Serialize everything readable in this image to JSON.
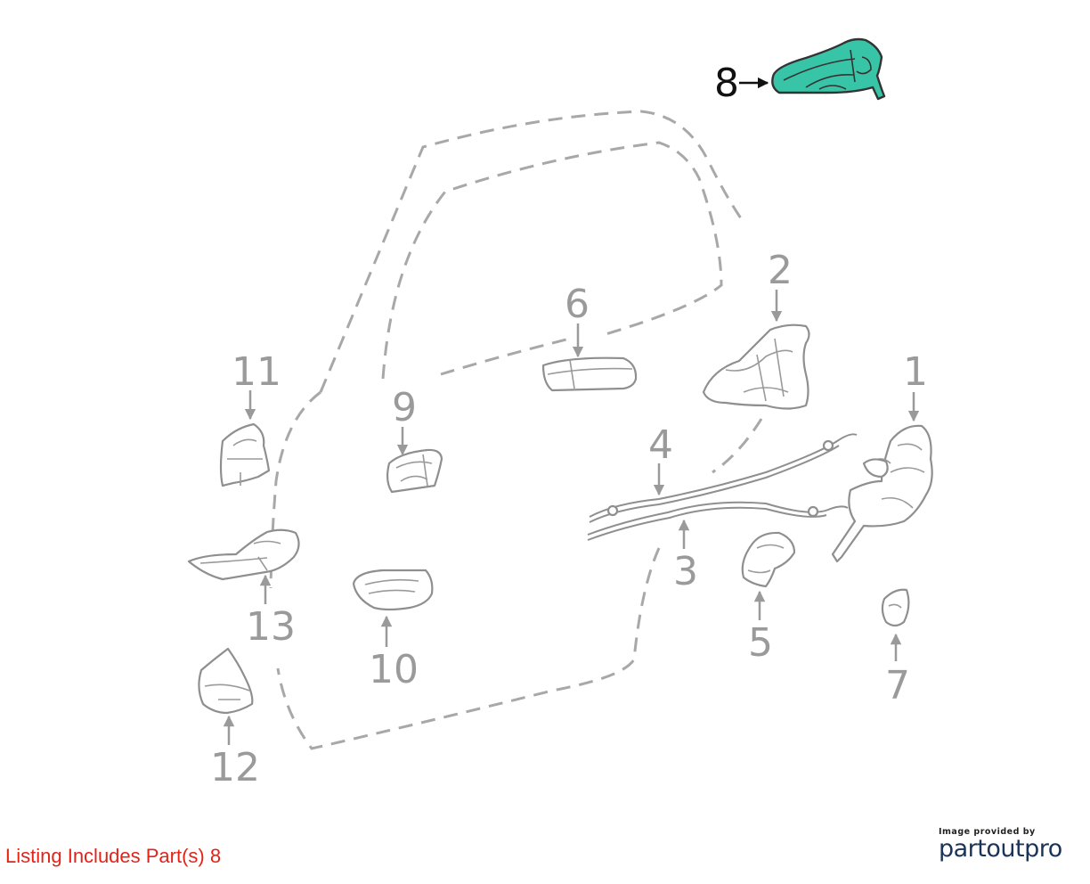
{
  "diagram": {
    "callouts": [
      "1",
      "2",
      "3",
      "4",
      "5",
      "6",
      "7",
      "8",
      "9",
      "10",
      "11",
      "12",
      "13"
    ],
    "highlighted_part": "8",
    "highlight_color": "#38c4a6",
    "callout_color": "#9a9a9a",
    "callout_highlight_color": "#111111"
  },
  "footer": {
    "listing_note": "Listing Includes Part(s) 8",
    "listing_note_color": "#e2231a",
    "credit_small": "Image provided by",
    "credit_brand": "partoutpro",
    "credit_brand_color": "#1a3358"
  }
}
